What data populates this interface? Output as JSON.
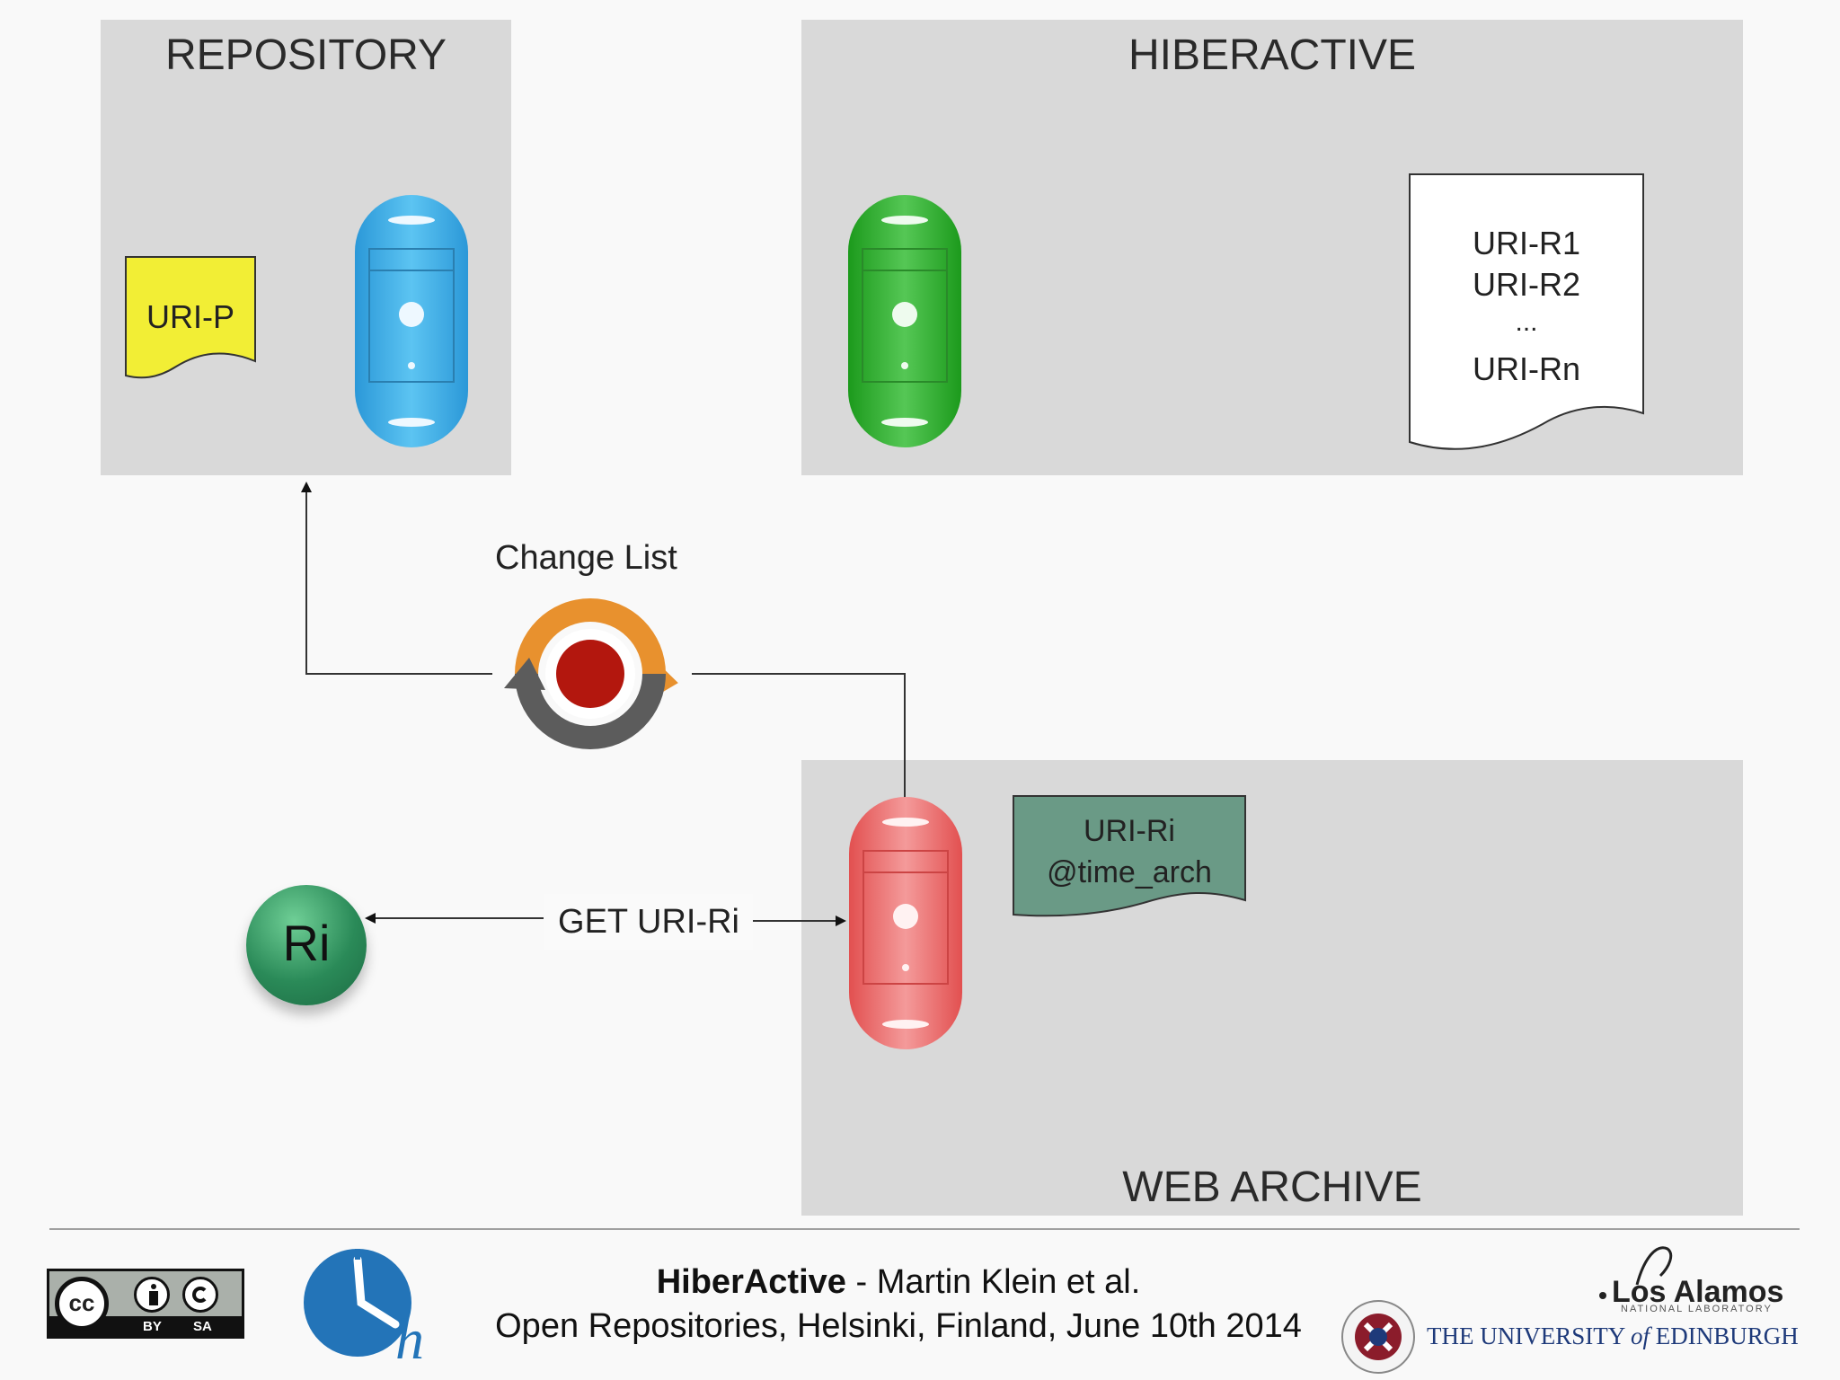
{
  "panels": {
    "repository": "REPOSITORY",
    "hiberactive": "HIBERACTIVE",
    "web_archive": "WEB ARCHIVE"
  },
  "docs": {
    "uri_p": "URI-P",
    "list_lines": [
      "URI-R1",
      "URI-R2",
      "...",
      "URI-Rn"
    ],
    "memento_line1": "URI-Ri",
    "memento_line2": "@time_arch"
  },
  "labels": {
    "change_list": "Change List",
    "get_request": "GET URI-Ri",
    "resource_node": "Ri"
  },
  "footer": {
    "title_bold": "HiberActive",
    "title_rest": " - Martin Klein et al.",
    "line2": "Open Repositories,  Helsinki, Finland, June 10th 2014"
  },
  "logos": {
    "cc_by": "BY",
    "cc_sa": "SA",
    "cc": "cc",
    "lanl": "Los Alamos",
    "lanl_sub": "NATIONAL LABORATORY",
    "edinburgh_pre": "THE UNIVERSITY ",
    "edinburgh_of": "of",
    "edinburgh_post": " EDINBURGH",
    "seal": "THE UNIVERSITY OF EDINBURGH",
    "clock_letter": "h"
  },
  "colors": {
    "panel": "#d9d9d9",
    "repository_server": "#3aaee6",
    "hiberactive_server": "#2db02d",
    "archive_server": "#e86464",
    "uri_p_doc": "#f2ee35",
    "memento_doc": "#6a9a86",
    "change_orange": "#e8912e",
    "change_gray": "#5c5c5c",
    "change_red": "#b3170e",
    "ri_node": "#2a8a58"
  }
}
